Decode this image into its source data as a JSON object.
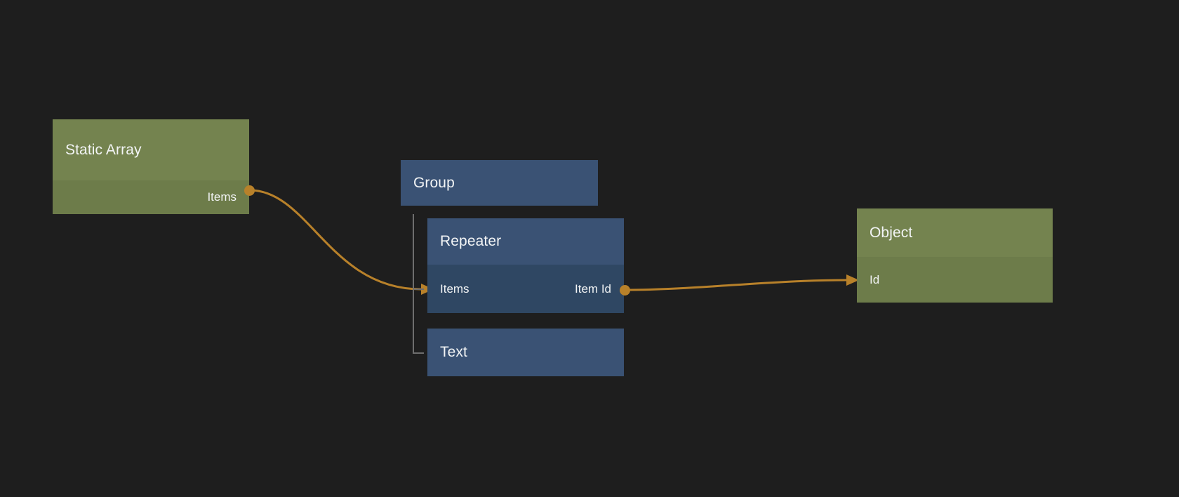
{
  "canvas": {
    "background_color": "#1e1e1e",
    "edge_color": "#b8812a",
    "port_color": "#b8812a",
    "tree_line_color": "#6e6e6e"
  },
  "nodes": [
    {
      "id": "static-array",
      "title": "Static Array",
      "kind": "data",
      "color": "#74834f",
      "body_color": "#6d7c4a",
      "rows": [
        {
          "input_label": "",
          "output_label": "Items"
        }
      ]
    },
    {
      "id": "group",
      "title": "Group",
      "kind": "widget",
      "color": "#3a5274",
      "body_color": "#2f4763",
      "rows": []
    },
    {
      "id": "repeater",
      "title": "Repeater",
      "kind": "widget",
      "color": "#3a5274",
      "body_color": "#2f4763",
      "rows": [
        {
          "input_label": "Items",
          "output_label": "Item Id"
        }
      ]
    },
    {
      "id": "text",
      "title": "Text",
      "kind": "widget",
      "color": "#3a5274",
      "body_color": "#2f4763",
      "rows": []
    },
    {
      "id": "object",
      "title": "Object",
      "kind": "data",
      "color": "#74834f",
      "body_color": "#6d7c4a",
      "rows": [
        {
          "input_label": "Id",
          "output_label": ""
        }
      ]
    }
  ],
  "connections": [
    {
      "id": "static-array-items-to-repeater-items",
      "from": "Items",
      "to": "Items",
      "color": "#b8812a"
    },
    {
      "id": "repeater-item-id-to-object-id",
      "from": "Item Id",
      "to": "Id",
      "color": "#b8812a"
    }
  ],
  "labels": {
    "static_array_title": "Static Array",
    "static_array_items_out": "Items",
    "group_title": "Group",
    "repeater_title": "Repeater",
    "repeater_items_in": "Items",
    "repeater_item_id_out": "Item Id",
    "text_title": "Text",
    "object_title": "Object",
    "object_id_in": "Id"
  }
}
